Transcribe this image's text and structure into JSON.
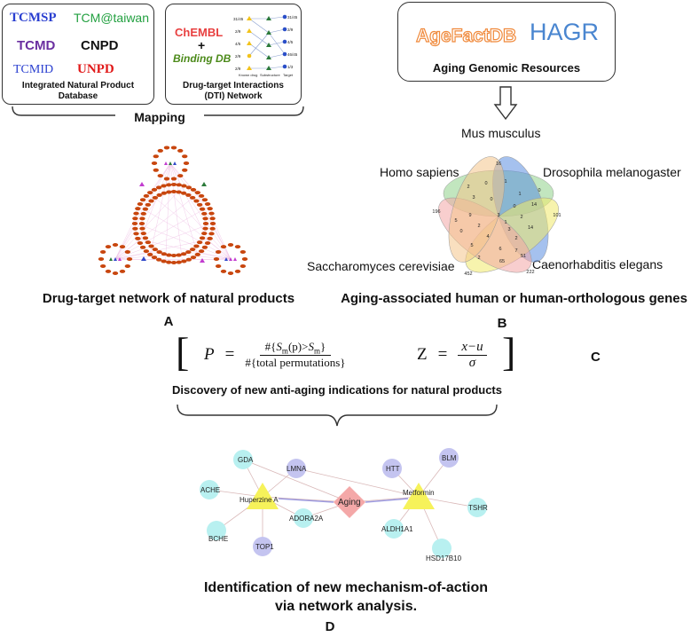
{
  "databases": {
    "tcmsp": "TCMSP",
    "tcm_taiwan": "TCM@taiwan",
    "tcmd": "TCMD",
    "cnpd": "CNPD",
    "tcmid": "TCMID",
    "unpd": "UNPD",
    "title_line1": "Integrated Natural Product",
    "title_line2": "Database"
  },
  "dti": {
    "chembl": "ChEMBL",
    "plus": "+",
    "bindingdb": "Binding DB",
    "title_line1": "Drug-target Interactions",
    "title_line2": "(DTI) Network",
    "mini_left": [
      "31/45",
      "2/9",
      "4/5",
      "2/9",
      "2/9"
    ],
    "mini_right": [
      "31/45",
      "2/9",
      "4/5",
      "46/45",
      "1/3"
    ],
    "mini_labels": [
      "Known drug",
      "Substructure",
      "Target"
    ]
  },
  "aging_resources": {
    "agefact": "AgeFactDB",
    "hagr": "HAGR",
    "title": "Aging Genomic Resources"
  },
  "mapping": "Mapping",
  "venn": {
    "species": [
      "Mus musculus",
      "Drosophila melanogaster",
      "Caenorhabditis elegans",
      "Saccharomyces cerevisiae",
      "Homo sapiens"
    ],
    "numbers": [
      "16",
      "101",
      "222",
      "452",
      "196",
      "3",
      "1",
      "0",
      "14",
      "0",
      "2",
      "14",
      "7",
      "6",
      "5",
      "2",
      "0",
      "5",
      "3",
      "2",
      "1",
      "0",
      "2",
      "3",
      "4",
      "2",
      "51",
      "65",
      "9",
      "0",
      "1"
    ],
    "colors": [
      "#8fd18b",
      "#5b8ee0",
      "#f1ea6a",
      "#f3a6a6",
      "#f4c48a"
    ]
  },
  "captions": {
    "a_title": "Drug-target network of natural products",
    "a_label": "A",
    "b_title": "Aging-associated human or human-orthologous genes",
    "b_label": "B",
    "c_title": "Discovery of new anti-aging indications for natural products",
    "c_label": "C",
    "d_title_line1": "Identification of new mechanism-of-action",
    "d_title_line2": "via network analysis.",
    "d_label": "D"
  },
  "formula": {
    "p_lhs": "P",
    "p_num": "#{S_m(p)>S_m}",
    "p_den": "#{total permutations}",
    "z_lhs": "Z",
    "z_num": "x−u",
    "z_den": "σ"
  },
  "network": {
    "huperzine": "Huperzine A",
    "metformin": "Metformin",
    "aging": "Aging",
    "targets": [
      "GDA",
      "ACHE",
      "BCHE",
      "TOP1",
      "LMNA",
      "ADORA2A",
      "HTT",
      "BLM",
      "TSHR",
      "ALDH1A1",
      "HSD17B10"
    ]
  },
  "colors": {
    "tcmsp": "#2a3fd0",
    "tcm_taiwan": "#22a040",
    "tcmd": "#6a2fa0",
    "cnpd": "#111111",
    "tcmid": "#2a3fd0",
    "unpd": "#e11a1a",
    "chembl": "#e84040",
    "bindingdb": "#4c8a1a",
    "agefact": "#f08a3c",
    "hagr": "#4a86d0",
    "node_cyan": "#b8f0f0",
    "node_lilac": "#c4c4f0",
    "drug": "#f6f25a",
    "aging": "#f4a8a8"
  }
}
